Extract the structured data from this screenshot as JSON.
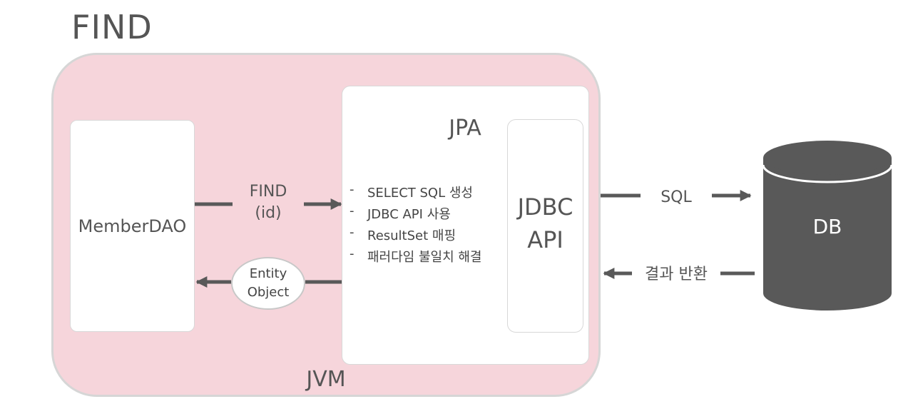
{
  "title": "FIND",
  "jvm": {
    "label": "JVM"
  },
  "member_dao": {
    "label": "MemberDAO"
  },
  "jpa": {
    "title": "JPA",
    "jdbc_api": {
      "line1": "JDBC",
      "line2": "API"
    },
    "features": [
      "SELECT SQL 생성",
      "JDBC API 사용",
      "ResultSet 매핑",
      "패러다임 불일치 해결"
    ],
    "bullet": "-"
  },
  "flows": {
    "find_request": {
      "line1": "FIND",
      "line2": "(id)"
    },
    "entity_object": {
      "line1": "Entity",
      "line2": "Object"
    },
    "sql": "SQL",
    "result": "결과 반환"
  },
  "db": {
    "label": "DB"
  },
  "colors": {
    "jvm_fill": "#f6d5db",
    "arrow": "#595959",
    "db_fill": "#595959",
    "text": "#555555"
  }
}
